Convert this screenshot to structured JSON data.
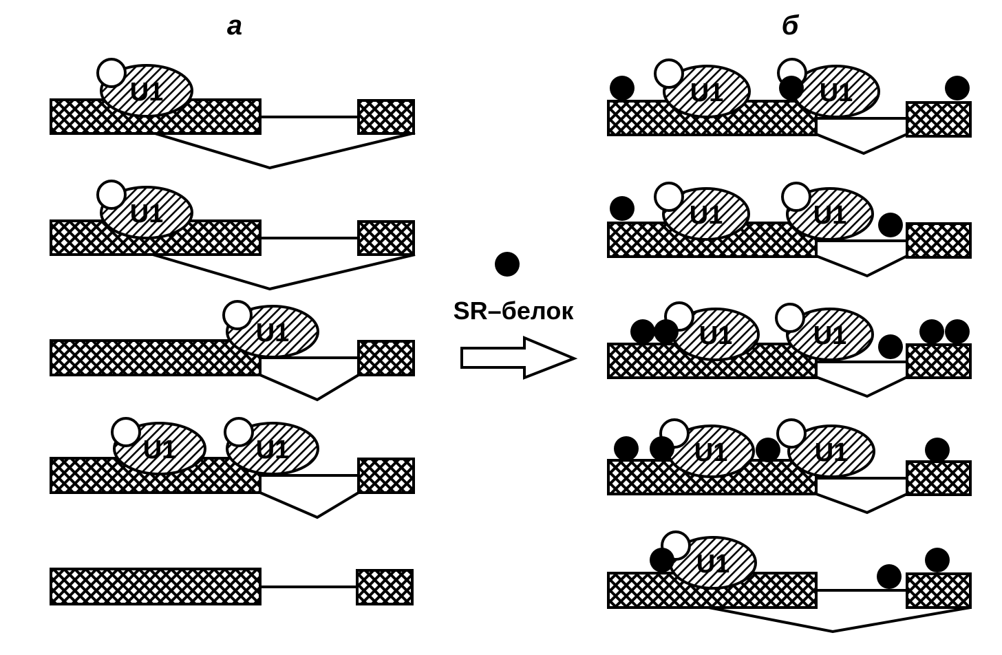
{
  "panels": {
    "left_label": "а",
    "right_label": "б"
  },
  "legend": {
    "sr_protein_label": "SR–белок"
  },
  "u1_label": "U1",
  "colors": {
    "ink": "#000000",
    "paper": "#ffffff"
  }
}
